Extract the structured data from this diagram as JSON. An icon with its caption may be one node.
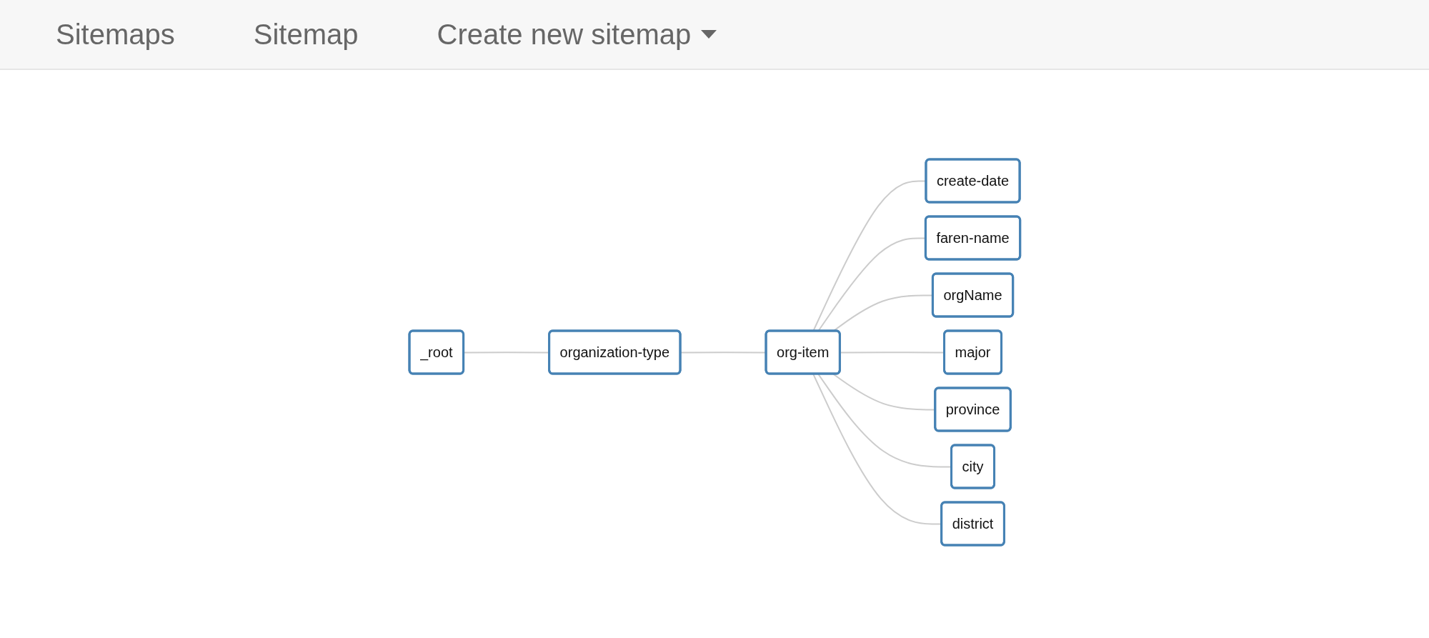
{
  "diagram": {
    "nodes": [
      {
        "text": [
          "_root"
        ]
      },
      {
        "text": [
          "organization-type"
        ]
      },
      {
        "text": [
          "org-item"
        ]
      },
      {
        "text": [
          "create-date"
        ]
      },
      {
        "text": [
          "faren-name"
        ]
      },
      {
        "text": [
          "orgName"
        ]
      },
      {
        "text": [
          "major"
        ]
      },
      {
        "text": [
          "province"
        ]
      },
      {
        "text": [
          "city"
        ]
      },
      {
        "text": [
          "district"
        ]
      }
    ],
    "edges": [
      {
        "from": 0,
        "to": 1,
        "arrow": "none"
      },
      {
        "from": 1,
        "to": 2,
        "arrow": "none"
      },
      {
        "from": 2,
        "to": 3,
        "arrow": "none"
      },
      {
        "from": 2,
        "to": 4,
        "arrow": "none"
      },
      {
        "from": 2,
        "to": 5,
        "arrow": "none"
      },
      {
        "from": 2,
        "to": 6,
        "arrow": "none"
      },
      {
        "from": 2,
        "to": 7,
        "arrow": "none"
      },
      {
        "from": 2,
        "to": 8,
        "arrow": "none"
      },
      {
        "from": 2,
        "to": 9,
        "arrow": "none"
      }
    ],
    "labels": [
      "Sitemaps",
      "Sitemap",
      "Create new sitemap"
    ]
  }
}
